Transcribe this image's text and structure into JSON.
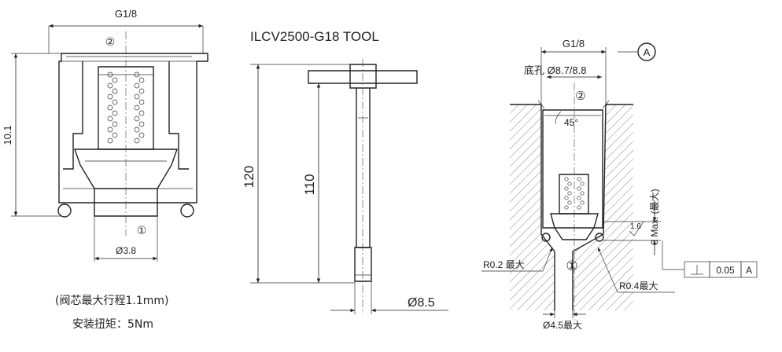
{
  "valve": {
    "thread": "G1/8",
    "height": "10.1",
    "bore": "Ø3.8",
    "port_in": "①",
    "port_out": "②",
    "note_stroke": "(阀芯最大行程1.1mm)",
    "note_torque": "安装扭矩：5Nm"
  },
  "tool": {
    "title": "ILCV2500-G18 TOOL",
    "length_total": "120",
    "length_shaft": "110",
    "diameter": "Ø8.5"
  },
  "cavity": {
    "thread": "G1/8",
    "datum": "A",
    "bottom_hole": "底孔 Ø8.7/8.8",
    "port_out": "②",
    "angle": "45°",
    "depth_label": "3 Max. (最大)",
    "roughness": "1.6",
    "radius_small": "R0.2 最大",
    "radius_large": "R0.4最大",
    "port_in": "①",
    "outlet_dia": "Ø4.5最大",
    "tol_value": "0.05",
    "tol_datum": "A"
  }
}
